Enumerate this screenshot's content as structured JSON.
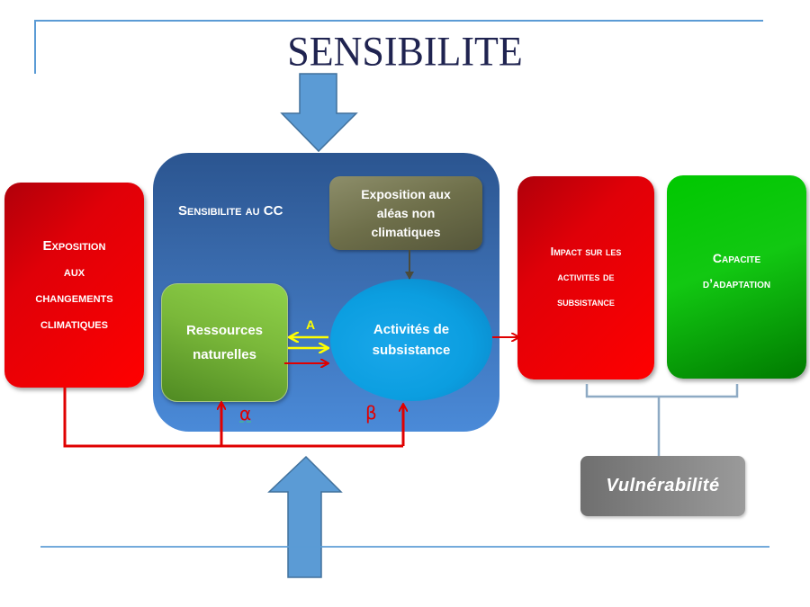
{
  "title": "SENSIBILITE",
  "nodes": {
    "exposition_cc": {
      "lines": [
        "Exposition",
        "aux",
        "changements",
        "climatiques"
      ]
    },
    "sensibilite_panel": {
      "label": "Sensibilite au CC"
    },
    "exposition_non_climatique": {
      "lines": [
        "Exposition aux",
        "aléas non",
        "climatiques"
      ]
    },
    "ressources": {
      "lines": [
        "Ressources",
        "naturelles"
      ]
    },
    "activites": {
      "lines": [
        "Activités de",
        "subsistance"
      ]
    },
    "impact": {
      "lines": [
        "Impact sur les",
        "activites de",
        "subsistance"
      ]
    },
    "capacite": {
      "lines": [
        "Capacite",
        "d’adaptation"
      ]
    },
    "vulnerabilite": {
      "label": "Vulnérabilité"
    }
  },
  "edge_labels": {
    "a": "A",
    "alpha": "α",
    "beta": "β"
  },
  "colors": {
    "rule": "#5b9bd5",
    "title": "#1f2350",
    "big_arrow": "#5b9bd5",
    "red_links": "#e00000",
    "yellow_links": "#ffff00",
    "bracket": "#8eaac4"
  }
}
